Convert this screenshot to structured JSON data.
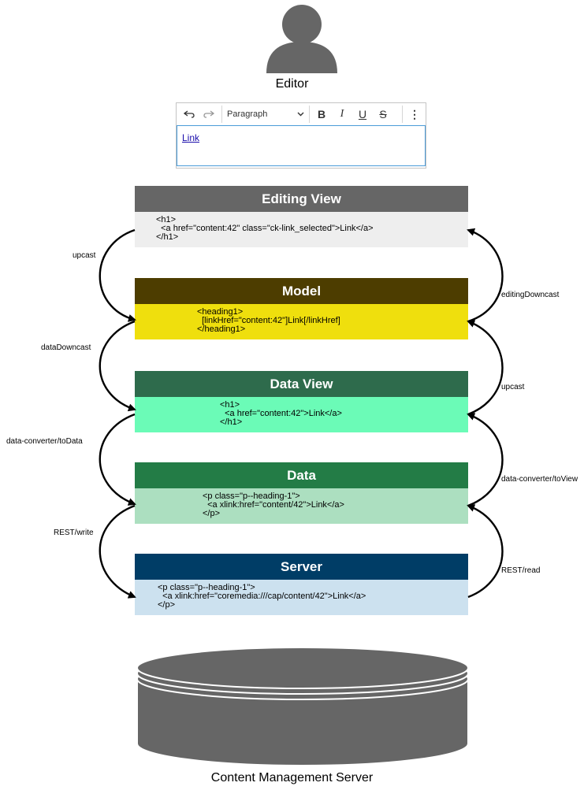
{
  "editor": {
    "title": "Editor",
    "toolbar": {
      "undo_icon": "undo-icon",
      "redo_icon": "redo-icon",
      "paragraph_select": "Paragraph",
      "bold": "B",
      "italic": "I",
      "underline": "U",
      "strikethrough": "S",
      "more": "⋮"
    },
    "content_link": "Link"
  },
  "layers": [
    {
      "name": "Editing View",
      "head_color": "#666666",
      "body_color": "#eeeeee",
      "code": "<h1>\n  <a href=\"content:42\" class=\"ck-link_selected\">Link</a>\n</h1>"
    },
    {
      "name": "Model",
      "head_color": "#4d3d00",
      "body_color": "#efdf0d",
      "code": "<heading1>\n  [linkHref=\"content:42\"]Link[/linkHref]\n</heading1>"
    },
    {
      "name": "Data View",
      "head_color": "#2e6b4c",
      "body_color": "#6bfbb7",
      "code": "<h1>\n  <a href=\"content:42\">Link</a>\n</h1>"
    },
    {
      "name": "Data",
      "head_color": "#237c46",
      "body_color": "#acdfc0",
      "code": "<p class=\"p--heading-1\">\n  <a xlink:href=\"content/42\">Link</a>\n</p>"
    },
    {
      "name": "Server",
      "head_color": "#003d66",
      "body_color": "#cce1ef",
      "code": "<p class=\"p--heading-1\">\n  <a xlink:href=\"coremedia:///cap/content/42\">Link</a>\n</p>"
    }
  ],
  "arrows_left": [
    "upcast",
    "dataDowncast",
    "data-converter/toData",
    "REST/write"
  ],
  "arrows_right": [
    "editingDowncast",
    "upcast",
    "data-converter/toView",
    "REST/read"
  ],
  "server_label": "Content Management Server"
}
